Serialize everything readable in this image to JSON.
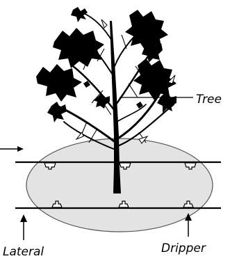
{
  "labels": {
    "tree": "Tree",
    "lateral": "Lateral",
    "dripper": "Dripper"
  },
  "colors": {
    "wetted_area_fill": "#e3e3e3",
    "wetted_area_stroke": "#555555",
    "line": "#000000"
  }
}
